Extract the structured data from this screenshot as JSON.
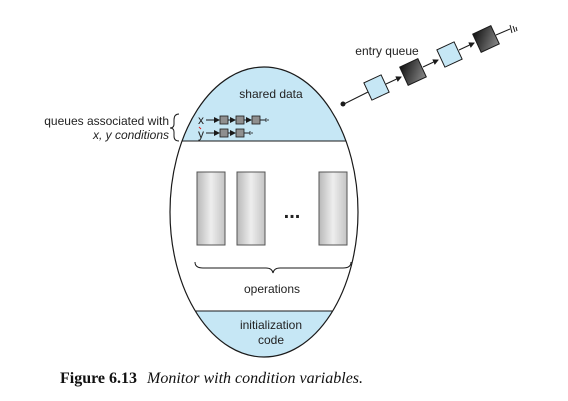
{
  "diagram": {
    "entry_queue_label": "entry queue",
    "shared_data_label": "shared data",
    "queues_label_line1": "queues associated with",
    "queues_label_line2": "x, y conditions",
    "queue_x_letter": "x",
    "queue_y_letter": "y",
    "ellipsis": "...",
    "operations_label": "operations",
    "init_line1": "initialization",
    "init_line2": "code",
    "colors": {
      "region_fill": "#c6e7f5",
      "outline": "#1a1a1a",
      "queue_light": "#c6e7f5",
      "queue_dark": "#3a3a3a"
    }
  },
  "caption": {
    "number": "Figure 6.13",
    "text": "Monitor with condition variables."
  }
}
